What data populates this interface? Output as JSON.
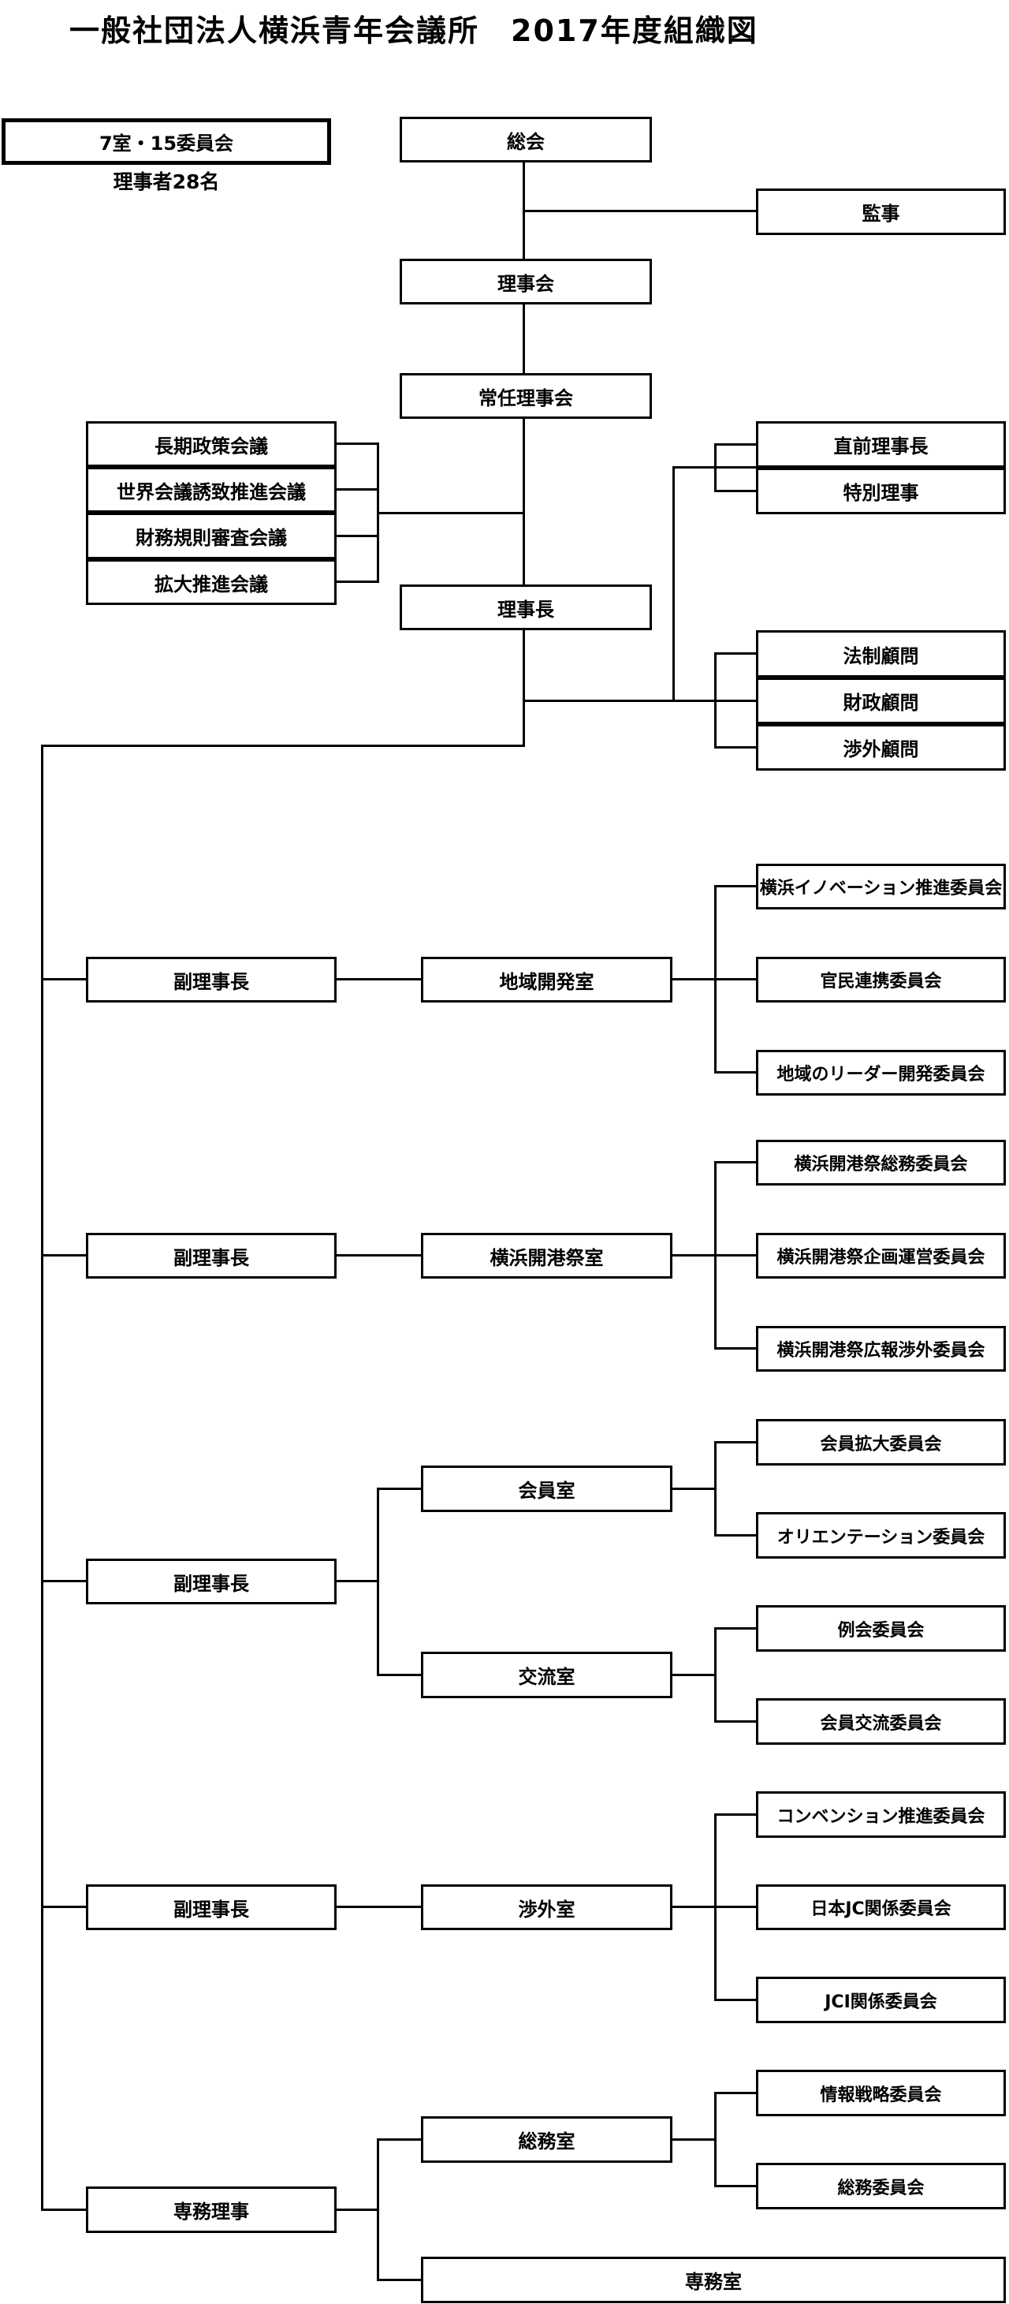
{
  "title": "一般社団法人横浜青年会議所　2017年度組織図",
  "legend": {
    "box_label": "7室・15委員会",
    "note": "理事者28名"
  },
  "top": {
    "general_meeting": "総会",
    "auditor": "監事",
    "board": "理事会",
    "standing_board": "常任理事会",
    "president": "理事長"
  },
  "councils": [
    "長期政策会議",
    "世界会議誘致推進会議",
    "財務規則審査会議",
    "拡大推進会議"
  ],
  "senior_advisors": [
    "直前理事長",
    "特別理事"
  ],
  "advisors": [
    "法制顧問",
    "財政顧問",
    "渉外顧問"
  ],
  "groups": [
    {
      "leader": "副理事長",
      "rooms": [
        {
          "name": "地域開発室",
          "committees": [
            "横浜イノベーション推進委員会",
            "官民連携委員会",
            "地域のリーダー開発委員会"
          ]
        }
      ]
    },
    {
      "leader": "副理事長",
      "rooms": [
        {
          "name": "横浜開港祭室",
          "committees": [
            "横浜開港祭総務委員会",
            "横浜開港祭企画運営委員会",
            "横浜開港祭広報渉外委員会"
          ]
        }
      ]
    },
    {
      "leader": "副理事長",
      "rooms": [
        {
          "name": "会員室",
          "committees": [
            "会員拡大委員会",
            "オリエンテーション委員会"
          ]
        },
        {
          "name": "交流室",
          "committees": [
            "例会委員会",
            "会員交流委員会"
          ]
        }
      ]
    },
    {
      "leader": "副理事長",
      "rooms": [
        {
          "name": "渉外室",
          "committees": [
            "コンベンション推進委員会",
            "日本JC関係委員会",
            "JCI関係委員会"
          ]
        }
      ]
    },
    {
      "leader": "専務理事",
      "rooms": [
        {
          "name": "総務室",
          "committees": [
            "情報戦略委員会",
            "総務委員会"
          ]
        },
        {
          "name": "専務室",
          "committees": []
        }
      ]
    }
  ]
}
